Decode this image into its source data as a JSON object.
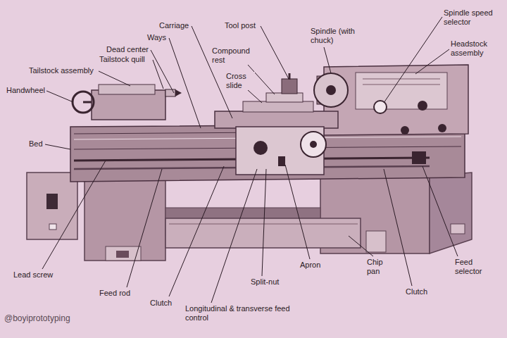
{
  "diagram": {
    "labels": [
      "Carriage",
      "Ways",
      "Dead center",
      "Tailstock quill",
      "Tailstock assembly",
      "Handwheel",
      "Tool post",
      "Compound rest",
      "Cross slide",
      "Spindle (with chuck)",
      "Spindle speed selector",
      "Headstock assembly",
      "Bed",
      "Lead screw",
      "Feed rod",
      "Clutch",
      "Longitudinal & transverse feed control",
      "Split-nut",
      "Apron",
      "Chip pan",
      "Clutch",
      "Feed selector",
      "@boyiprototyping"
    ]
  }
}
